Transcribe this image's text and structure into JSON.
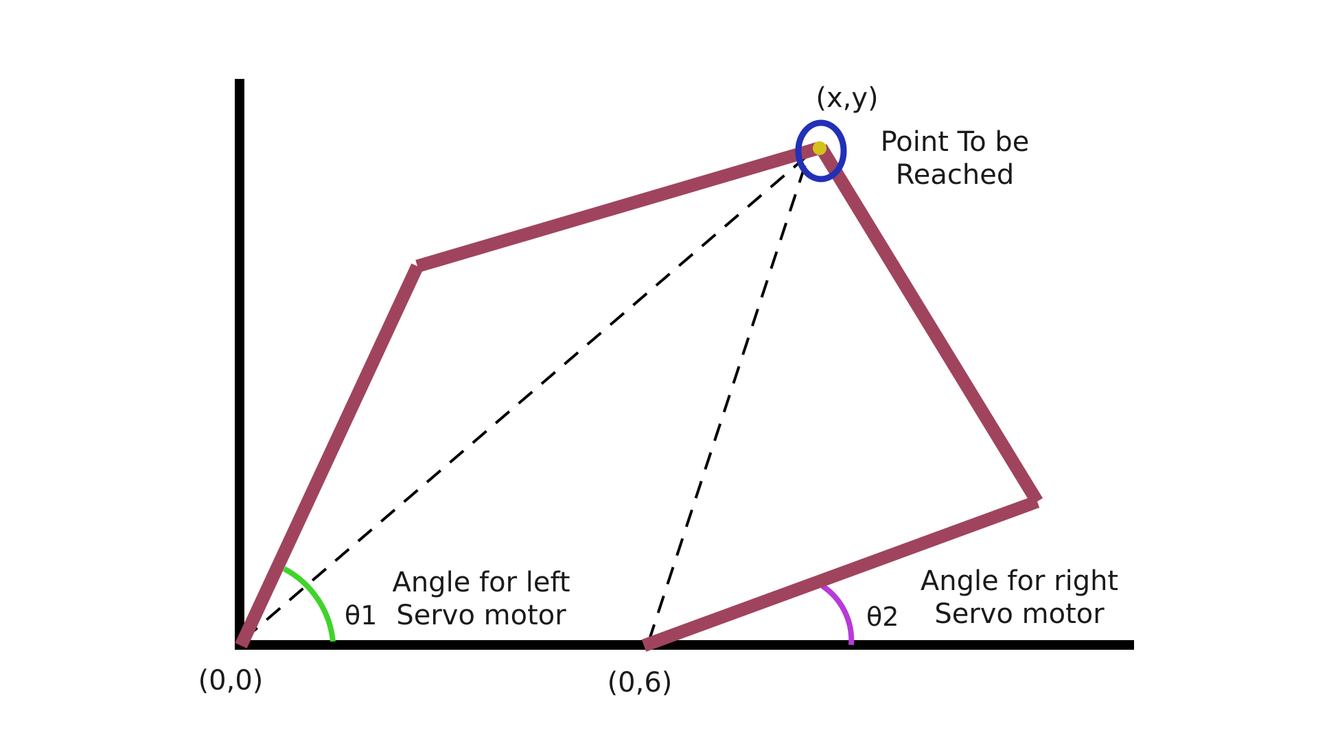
{
  "labels": {
    "target_point": "(x,y)",
    "target_caption_line1": "Point To be",
    "target_caption_line2": "Reached",
    "origin_left": "(0,0)",
    "origin_right": "(0,6)",
    "theta1": "θ1",
    "theta2": "θ2",
    "left_caption_line1": "Angle for left",
    "left_caption_line2": "Servo motor",
    "right_caption_line1": "Angle for right",
    "right_caption_line2": "Servo motor"
  },
  "colors": {
    "axis": "#000000",
    "arm_links": "#a0445e",
    "dashed_lines": "#000000",
    "theta1_arc": "#3fd42a",
    "theta2_arc": "#b83ad8",
    "target_ring": "#2230b8",
    "target_dot": "#d4c21a"
  }
}
